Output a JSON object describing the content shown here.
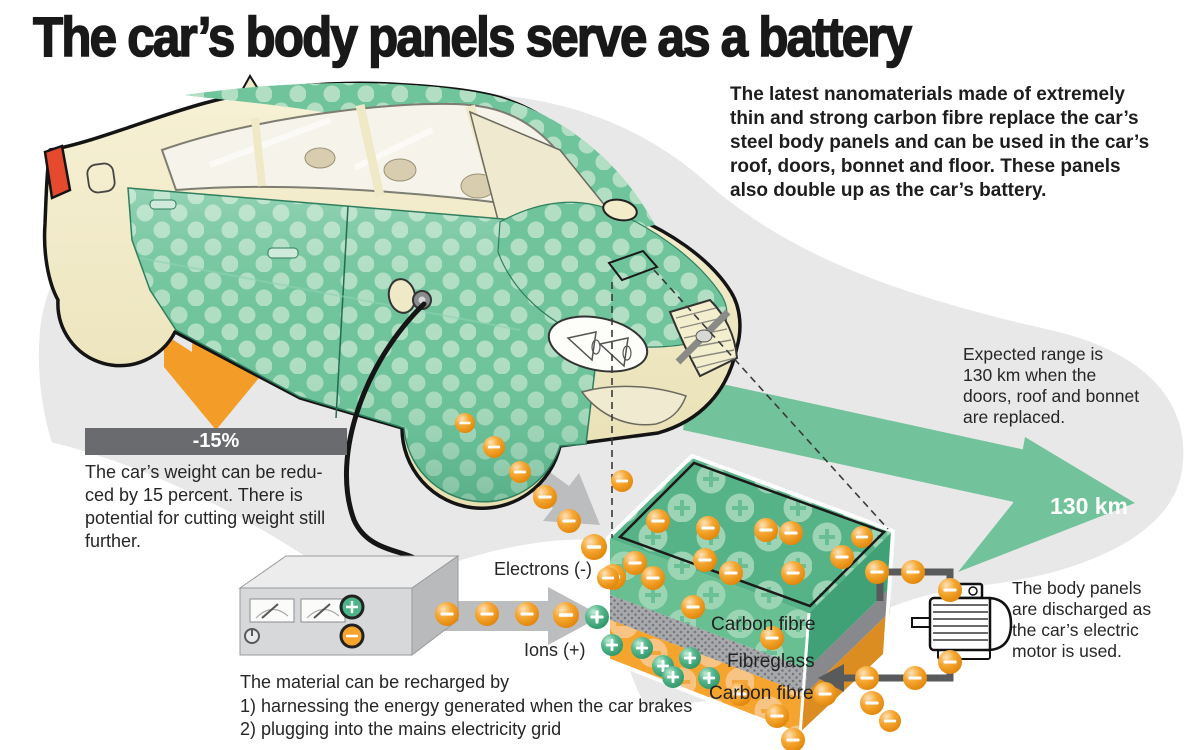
{
  "title": "The car’s body panels serve as a battery",
  "intro": "The latest nanomaterials made of extremely\nthin and strong carbon fibre replace the car’s\nsteel body panels and can be used in the car’s\nroof, doors, bonnet and floor. These panels\nalso double up as the car’s battery.",
  "weight": {
    "badge": "-15%",
    "note": "The car’s weight can be redu-\nced by 15 percent. There is\npotential for cutting weight still\nfurther."
  },
  "flow": {
    "electrons_label": "Electrons (-)",
    "ions_label": "Ions (+)"
  },
  "recharge_note": "The material can be recharged by\n1) harnessing the energy generated when the car brakes\n2) plugging into the mains electricity grid",
  "range": {
    "note": "Expected range is\n130 km when the\ndoors, roof and bonnet\nare replaced.",
    "value": "130 km"
  },
  "discharge_note": "The body panels\nare discharged as\nthe car’s electric\nmotor is used.",
  "layers": {
    "top": "Carbon fibre",
    "middle": "Fibreglass",
    "bottom": "Carbon fibre"
  },
  "colors": {
    "panel_green": "#6fc49b",
    "panel_green_dark": "#56b287",
    "dot_green": "#b9e2c9",
    "orange": "#f39c28",
    "carbon_orange": "#f5a42e",
    "fibreglass_gray": "#a7a9ac",
    "badge_gray": "#6a6b6e",
    "arrow_gray": "#bcbdbf",
    "wire_gray": "#595a5c",
    "background_gray": "#e9e8e9",
    "body_cream": "#f2ecca",
    "taillight_red": "#e64a2e",
    "range_arrow_green": "#72c39b"
  },
  "particles": {
    "electrons": [
      [
        465,
        423,
        10
      ],
      [
        494,
        447,
        11
      ],
      [
        520,
        472,
        11
      ],
      [
        545,
        497,
        12
      ],
      [
        569,
        521,
        12
      ],
      [
        594,
        547,
        13
      ],
      [
        613,
        577,
        13
      ],
      [
        447,
        614,
        12
      ],
      [
        487,
        614,
        12
      ],
      [
        527,
        614,
        12
      ],
      [
        566,
        615,
        13
      ],
      [
        622,
        481,
        11
      ],
      [
        658,
        521,
        12
      ],
      [
        708,
        528,
        12
      ],
      [
        766,
        530,
        12
      ],
      [
        791,
        533,
        12
      ],
      [
        635,
        563,
        12
      ],
      [
        653,
        578,
        12
      ],
      [
        705,
        560,
        12
      ],
      [
        731,
        573,
        12
      ],
      [
        793,
        573,
        12
      ],
      [
        842,
        557,
        12
      ],
      [
        862,
        537,
        11
      ],
      [
        877,
        572,
        12
      ],
      [
        608,
        578,
        11
      ],
      [
        693,
        607,
        12
      ],
      [
        772,
        638,
        12
      ],
      [
        740,
        694,
        12
      ],
      [
        777,
        716,
        12
      ],
      [
        793,
        740,
        12
      ],
      [
        825,
        694,
        12
      ],
      [
        867,
        678,
        12
      ],
      [
        872,
        703,
        12
      ],
      [
        890,
        721,
        11
      ],
      [
        913,
        572,
        12
      ],
      [
        950,
        590,
        12
      ],
      [
        950,
        662,
        12
      ],
      [
        915,
        678,
        12
      ]
    ],
    "ions": [
      [
        597,
        617,
        12
      ],
      [
        612,
        645,
        11
      ],
      [
        642,
        648,
        11
      ],
      [
        663,
        666,
        11
      ],
      [
        690,
        658,
        11
      ],
      [
        709,
        678,
        11
      ],
      [
        673,
        677,
        11
      ]
    ]
  }
}
